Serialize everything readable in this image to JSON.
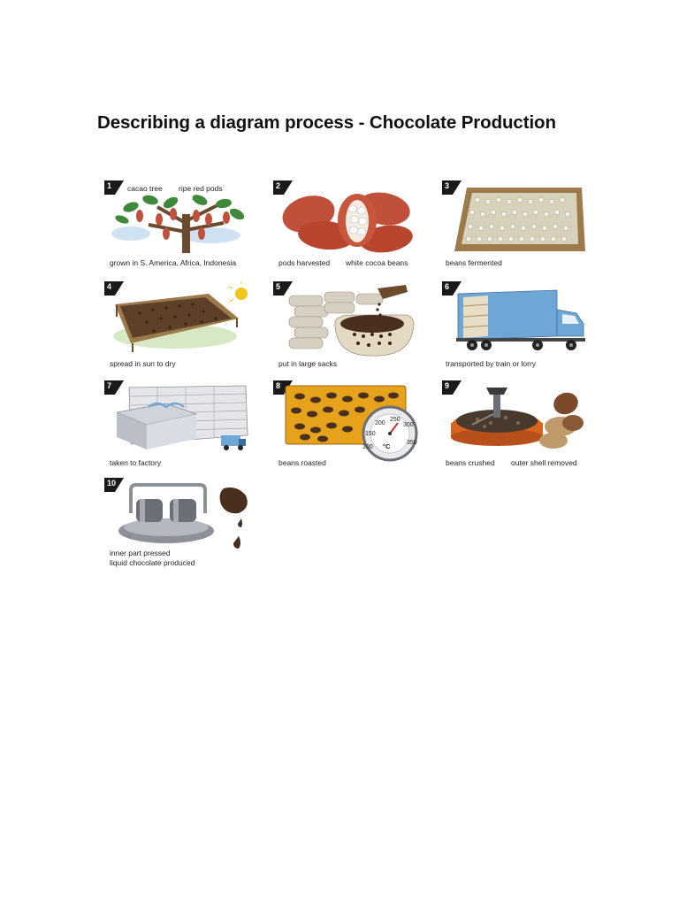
{
  "page": {
    "title": "Describing a diagram process - Chocolate Production"
  },
  "steps": [
    {
      "number": "1",
      "labels": [
        "cacao tree",
        "ripe red pods"
      ],
      "captions": [
        "grown in S. America, Africa, Indonesia"
      ]
    },
    {
      "number": "2",
      "labels": [],
      "captions": [
        "pods harvested",
        "white cocoa beans"
      ]
    },
    {
      "number": "3",
      "labels": [],
      "captions": [
        "beans fermented"
      ]
    },
    {
      "number": "4",
      "labels": [],
      "captions": [
        "spread in sun to dry"
      ]
    },
    {
      "number": "5",
      "labels": [],
      "captions": [
        "put in large sacks"
      ]
    },
    {
      "number": "6",
      "labels": [],
      "captions": [
        "transported by train or lorry"
      ]
    },
    {
      "number": "7",
      "labels": [],
      "captions": [
        "taken to factory"
      ]
    },
    {
      "number": "8",
      "labels": [],
      "captions": [
        "beans roasted"
      ],
      "thermometer": {
        "ticks": [
          "100",
          "150",
          "200",
          "250",
          "300",
          "350"
        ],
        "unit": "°C"
      }
    },
    {
      "number": "9",
      "labels": [],
      "captions": [
        "beans crushed",
        "outer shell removed"
      ]
    },
    {
      "number": "10",
      "labels": [],
      "captions": [
        "inner part pressed",
        "liquid chocolate produced"
      ]
    }
  ],
  "colors": {
    "badge": "#1a1a1a",
    "pod": "#c0503a",
    "bean": "#4a2e1e",
    "leaf": "#3f8a3a",
    "sky": "#cfe1f2",
    "crate": "#9c7a4a",
    "truck": "#6ea6d6",
    "roast": "#e6a21a"
  }
}
